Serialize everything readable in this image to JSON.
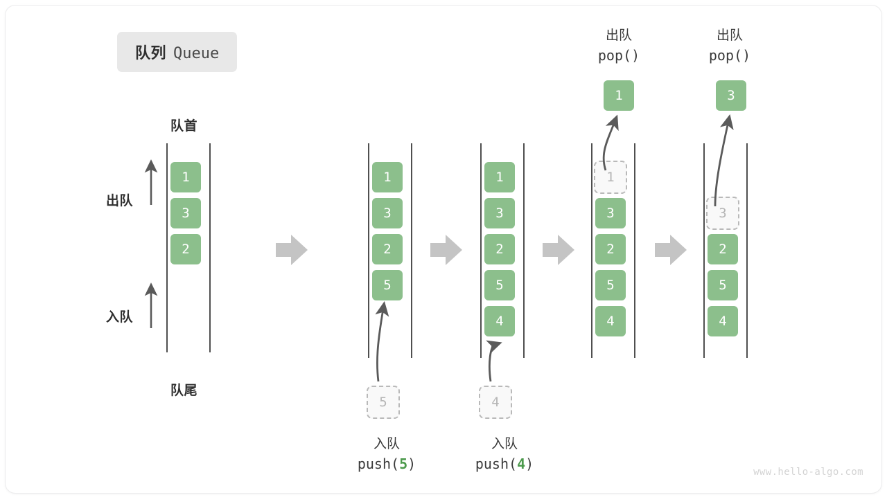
{
  "title": {
    "cn": "队列",
    "en": "Queue"
  },
  "labels": {
    "head": "队首",
    "tail": "队尾",
    "dequeue": "出队",
    "enqueue": "入队"
  },
  "operations": [
    {
      "cn": "入队",
      "fn": "push(",
      "arg": "5",
      "close": ")"
    },
    {
      "cn": "入队",
      "fn": "push(",
      "arg": "4",
      "close": ")"
    },
    {
      "cn": "出队",
      "fn": "pop(",
      "arg": "",
      "close": ")"
    },
    {
      "cn": "出队",
      "fn": "pop(",
      "arg": "",
      "close": ")"
    }
  ],
  "columns": [
    {
      "name": "initial",
      "cells": [
        {
          "v": "1",
          "state": "solid"
        },
        {
          "v": "3",
          "state": "solid"
        },
        {
          "v": "2",
          "state": "solid"
        }
      ]
    },
    {
      "name": "after-push-5",
      "cells": [
        {
          "v": "1",
          "state": "solid"
        },
        {
          "v": "3",
          "state": "solid"
        },
        {
          "v": "2",
          "state": "solid"
        },
        {
          "v": "5",
          "state": "solid"
        }
      ]
    },
    {
      "name": "after-push-4",
      "cells": [
        {
          "v": "1",
          "state": "solid"
        },
        {
          "v": "3",
          "state": "solid"
        },
        {
          "v": "2",
          "state": "solid"
        },
        {
          "v": "5",
          "state": "solid"
        },
        {
          "v": "4",
          "state": "solid"
        }
      ]
    },
    {
      "name": "after-pop-1",
      "cells": [
        {
          "v": "1",
          "state": "ghost"
        },
        {
          "v": "3",
          "state": "solid"
        },
        {
          "v": "2",
          "state": "solid"
        },
        {
          "v": "5",
          "state": "solid"
        },
        {
          "v": "4",
          "state": "solid"
        }
      ]
    },
    {
      "name": "after-pop-3",
      "cells": [
        {
          "v": "",
          "state": "empty"
        },
        {
          "v": "3",
          "state": "ghost"
        },
        {
          "v": "2",
          "state": "solid"
        },
        {
          "v": "5",
          "state": "solid"
        },
        {
          "v": "4",
          "state": "solid"
        }
      ]
    }
  ],
  "incoming": [
    {
      "v": "5",
      "state": "ghost"
    },
    {
      "v": "4",
      "state": "ghost"
    }
  ],
  "popped": [
    {
      "v": "1",
      "state": "solid"
    },
    {
      "v": "3",
      "state": "solid"
    }
  ],
  "colors": {
    "cell_green": "#8cbf8c",
    "ghost_border": "#b9b9b9",
    "rail": "#4f4f4f",
    "step_arrow": "#c4c4c4",
    "accent_text": "#4c9a4c"
  },
  "watermark": "www.hello-algo.com"
}
